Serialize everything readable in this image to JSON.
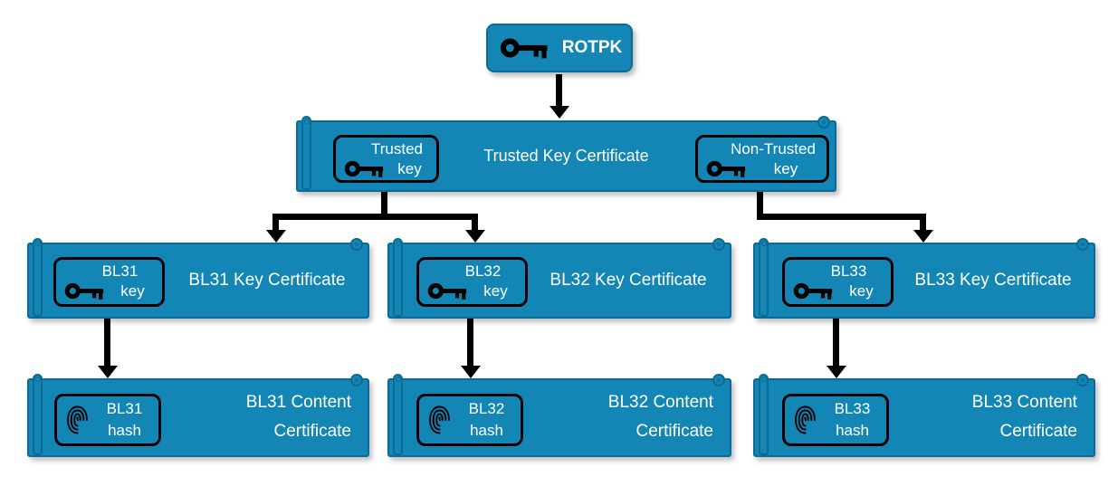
{
  "colors": {
    "node_fill": "#1486b6",
    "node_border": "#0b6b94",
    "text": "#ffffff",
    "icon": "#000000",
    "arrow": "#000000"
  },
  "rotpk": {
    "label": "ROTPK"
  },
  "trusted_cert": {
    "title": "Trusted Key Certificate",
    "trusted_key_badge": {
      "line1": "Trusted",
      "line2": "key"
    },
    "non_trusted_key_badge": {
      "line1": "Non-Trusted",
      "line2": "key"
    }
  },
  "key_certs": [
    {
      "badge": {
        "line1": "BL31",
        "line2": "key"
      },
      "title": "BL31 Key Certificate"
    },
    {
      "badge": {
        "line1": "BL32",
        "line2": "key"
      },
      "title": "BL32 Key Certificate"
    },
    {
      "badge": {
        "line1": "BL33",
        "line2": "key"
      },
      "title": "BL33 Key Certificate"
    }
  ],
  "content_certs": [
    {
      "badge": {
        "line1": "BL31",
        "line2": "hash"
      },
      "title_line1": "BL31 Content",
      "title_line2": "Certificate"
    },
    {
      "badge": {
        "line1": "BL32",
        "line2": "hash"
      },
      "title_line1": "BL32 Content",
      "title_line2": "Certificate"
    },
    {
      "badge": {
        "line1": "BL33",
        "line2": "hash"
      },
      "title_line1": "BL33 Content",
      "title_line2": "Certificate"
    }
  ]
}
